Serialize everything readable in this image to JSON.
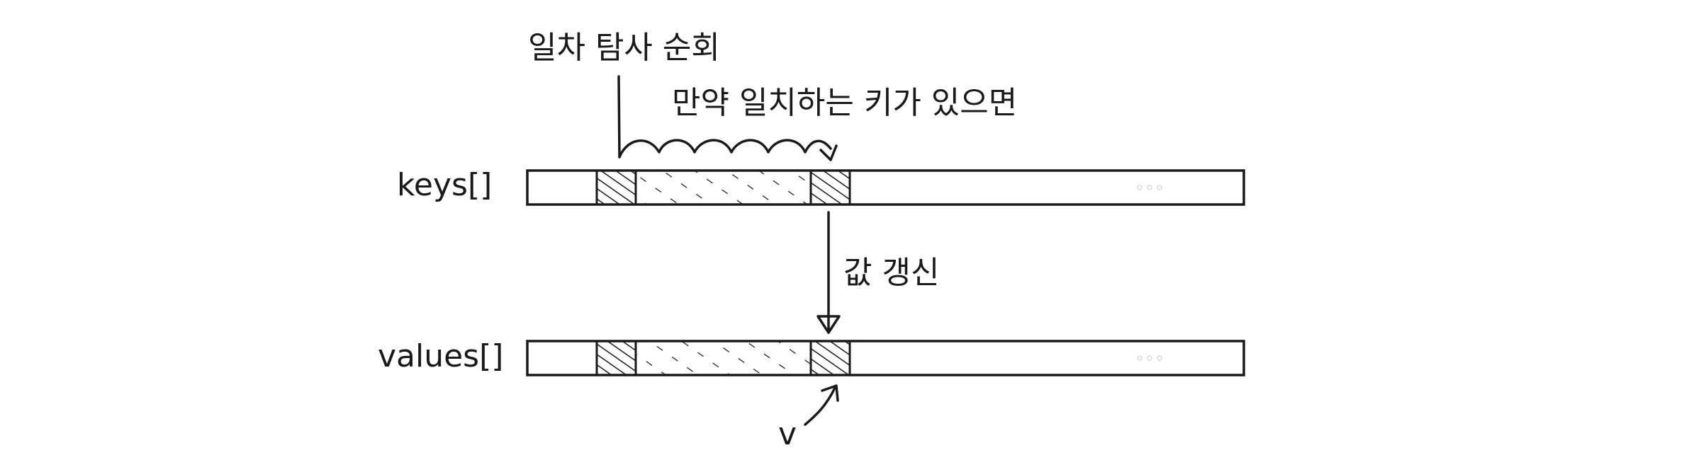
{
  "labels": {
    "traverse": "일차 탐사 순회",
    "if_match": "만약 일치하는 키가 있으면",
    "keys": "keys[]",
    "values": "values[]",
    "update_value": "값 갱신",
    "v": "v"
  },
  "colors": {
    "ink": "#1a1a1a",
    "background": "#ffffff",
    "faint": "#d8d8d8"
  }
}
